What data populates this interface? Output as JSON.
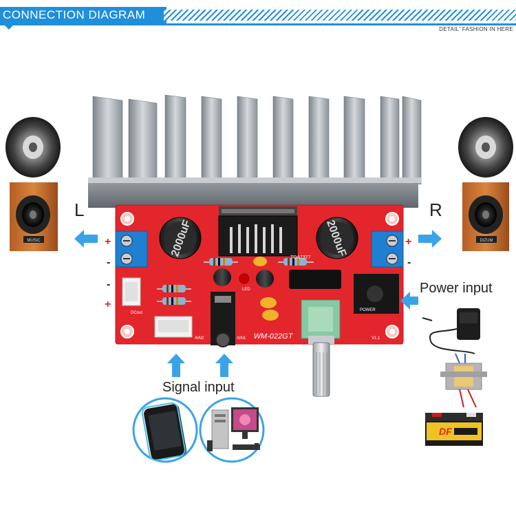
{
  "header": {
    "title": "CONNECTION DIAGRAM",
    "tagline": "DETAIL' FASHION IN HERE"
  },
  "channels": {
    "left": "L",
    "right": "R"
  },
  "polarity": {
    "plus": "+",
    "minus": "-"
  },
  "board": {
    "model": "WM-022GT",
    "chip": "TDA7377",
    "version": "V1.1",
    "dcout": "DCout",
    "ain2": "AIN2",
    "ain1": "AIN1",
    "led": "LED",
    "power_jack": "POWER",
    "cap_text": "2000uF"
  },
  "speaker_left_label": "MUSIC",
  "speaker_right_label": "DIZUM",
  "labels": {
    "power_input": "Power input",
    "signal_input": "Signal input"
  },
  "battery_brand": "DF",
  "colors": {
    "accent": "#1f8fdc",
    "arrow": "#3aa3e8",
    "board": "#e3262c",
    "plus": "#e0261c"
  }
}
